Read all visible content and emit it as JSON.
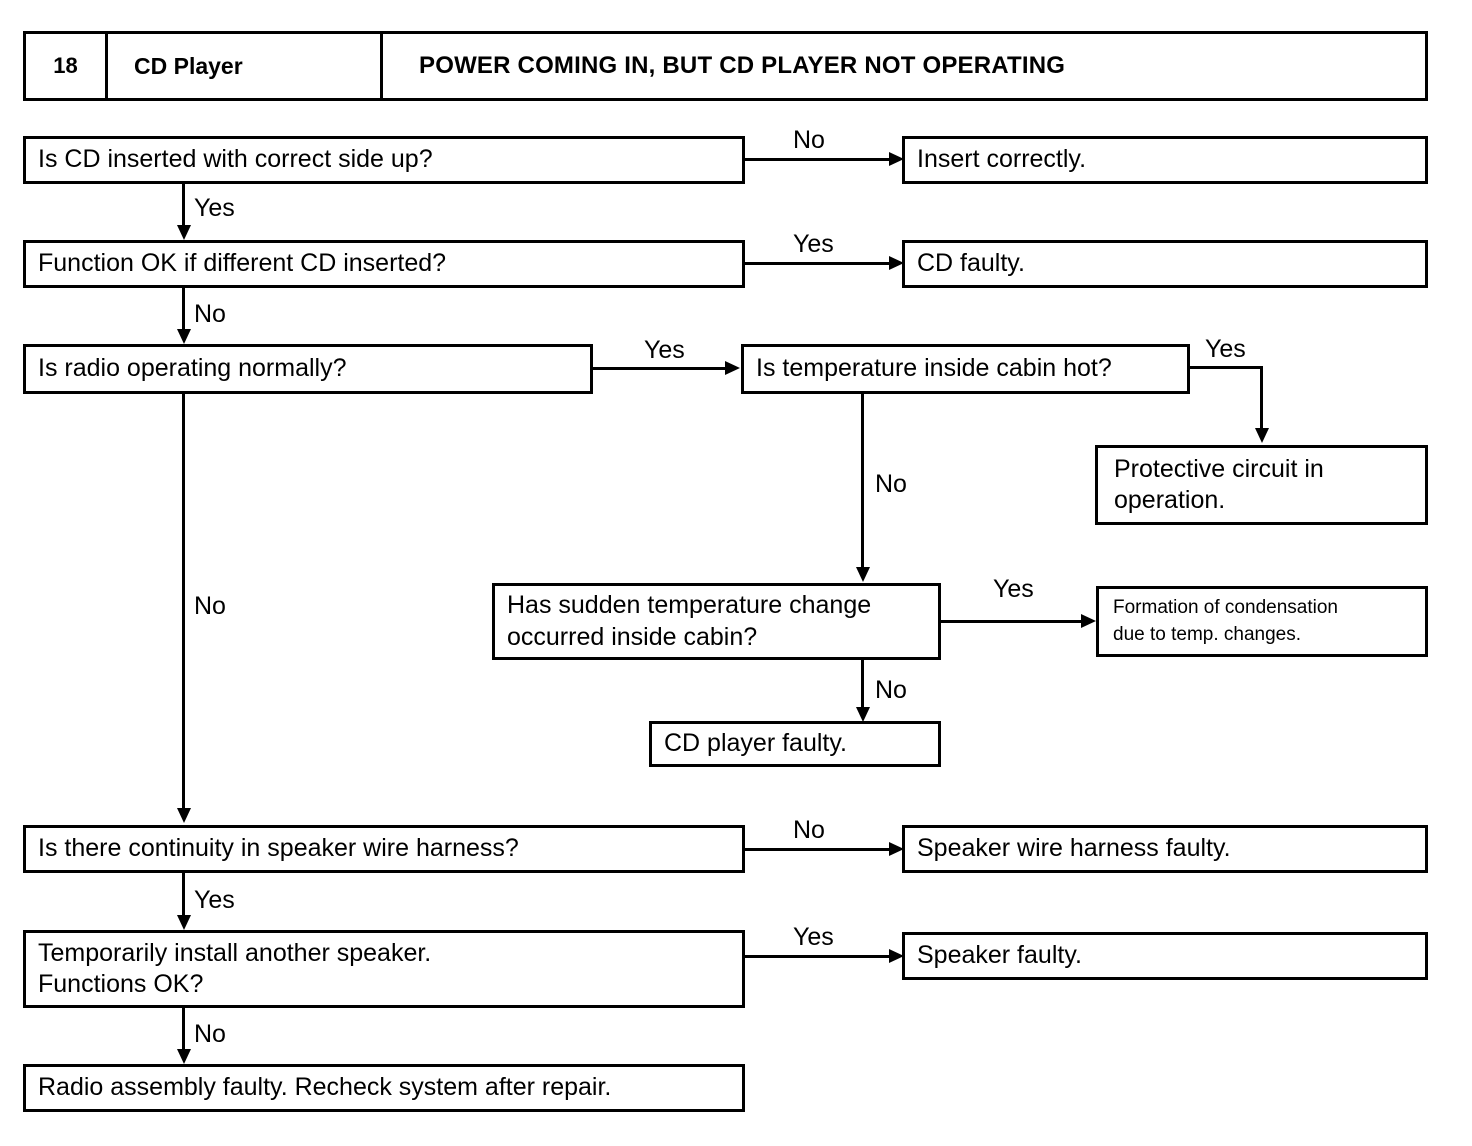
{
  "header": {
    "number": "18",
    "system": "CD Player",
    "title": "POWER COMING IN, BUT CD PLAYER NOT OPERATING"
  },
  "labels": {
    "yes": "Yes",
    "no": "No"
  },
  "nodes": {
    "cd_inserted": "Is CD inserted with correct side up?",
    "insert_correctly": "Insert correctly.",
    "function_ok_diff_cd": "Function OK if different CD inserted?",
    "cd_faulty": "CD faulty.",
    "radio_normal": "Is radio operating normally?",
    "cabin_hot": "Is temperature inside cabin hot?",
    "protective_circuit": "Protective circuit in\noperation.",
    "sudden_temp_change": "Has sudden temperature change\noccurred inside cabin?",
    "condensation": "Formation of condensation\ndue to temp. changes.",
    "cd_player_faulty": "CD player faulty.",
    "speaker_continuity": "Is there continuity in speaker wire harness?",
    "speaker_harness_faulty": "Speaker wire harness faulty.",
    "temp_speaker": "Temporarily install another speaker.\nFunctions OK?",
    "speaker_faulty": "Speaker faulty.",
    "radio_assembly_faulty": "Radio assembly faulty. Recheck system after repair."
  },
  "edges": {
    "cd_inserted_no": "No",
    "cd_inserted_yes": "Yes",
    "function_ok_yes": "Yes",
    "function_ok_no": "No",
    "radio_yes": "Yes",
    "radio_no": "No",
    "cabin_hot_yes": "Yes",
    "cabin_hot_no": "No",
    "sudden_temp_yes": "Yes",
    "sudden_temp_no": "No",
    "continuity_no": "No",
    "continuity_yes": "Yes",
    "temp_speaker_yes": "Yes",
    "temp_speaker_no": "No"
  },
  "chart_data": {
    "type": "diagram",
    "title": "POWER COMING IN, BUT CD PLAYER NOT OPERATING",
    "diagram_kind": "troubleshooting-flowchart",
    "nodes": [
      {
        "id": "cd_inserted",
        "text": "Is CD inserted with correct side up?",
        "kind": "decision"
      },
      {
        "id": "insert_correctly",
        "text": "Insert correctly.",
        "kind": "terminal"
      },
      {
        "id": "function_ok_diff_cd",
        "text": "Function OK if different CD inserted?",
        "kind": "decision"
      },
      {
        "id": "cd_faulty",
        "text": "CD faulty.",
        "kind": "terminal"
      },
      {
        "id": "radio_normal",
        "text": "Is radio operating normally?",
        "kind": "decision"
      },
      {
        "id": "cabin_hot",
        "text": "Is temperature inside cabin hot?",
        "kind": "decision"
      },
      {
        "id": "protective_circuit",
        "text": "Protective circuit in operation.",
        "kind": "terminal"
      },
      {
        "id": "sudden_temp_change",
        "text": "Has sudden temperature change occurred inside cabin?",
        "kind": "decision"
      },
      {
        "id": "condensation",
        "text": "Formation of condensation due to temp. changes.",
        "kind": "terminal"
      },
      {
        "id": "cd_player_faulty",
        "text": "CD player faulty.",
        "kind": "terminal"
      },
      {
        "id": "speaker_continuity",
        "text": "Is there continuity in speaker wire harness?",
        "kind": "decision"
      },
      {
        "id": "speaker_harness_faulty",
        "text": "Speaker wire harness faulty.",
        "kind": "terminal"
      },
      {
        "id": "temp_speaker",
        "text": "Temporarily install another speaker. Functions OK?",
        "kind": "decision"
      },
      {
        "id": "speaker_faulty",
        "text": "Speaker faulty.",
        "kind": "terminal"
      },
      {
        "id": "radio_assembly_faulty",
        "text": "Radio assembly faulty. Recheck system after repair.",
        "kind": "terminal"
      }
    ],
    "edges": [
      {
        "from": "cd_inserted",
        "to": "insert_correctly",
        "label": "No"
      },
      {
        "from": "cd_inserted",
        "to": "function_ok_diff_cd",
        "label": "Yes"
      },
      {
        "from": "function_ok_diff_cd",
        "to": "cd_faulty",
        "label": "Yes"
      },
      {
        "from": "function_ok_diff_cd",
        "to": "radio_normal",
        "label": "No"
      },
      {
        "from": "radio_normal",
        "to": "cabin_hot",
        "label": "Yes"
      },
      {
        "from": "radio_normal",
        "to": "speaker_continuity",
        "label": "No"
      },
      {
        "from": "cabin_hot",
        "to": "protective_circuit",
        "label": "Yes"
      },
      {
        "from": "cabin_hot",
        "to": "sudden_temp_change",
        "label": "No"
      },
      {
        "from": "sudden_temp_change",
        "to": "condensation",
        "label": "Yes"
      },
      {
        "from": "sudden_temp_change",
        "to": "cd_player_faulty",
        "label": "No"
      },
      {
        "from": "speaker_continuity",
        "to": "speaker_harness_faulty",
        "label": "No"
      },
      {
        "from": "speaker_continuity",
        "to": "temp_speaker",
        "label": "Yes"
      },
      {
        "from": "temp_speaker",
        "to": "speaker_faulty",
        "label": "Yes"
      },
      {
        "from": "temp_speaker",
        "to": "radio_assembly_faulty",
        "label": "No"
      }
    ]
  }
}
